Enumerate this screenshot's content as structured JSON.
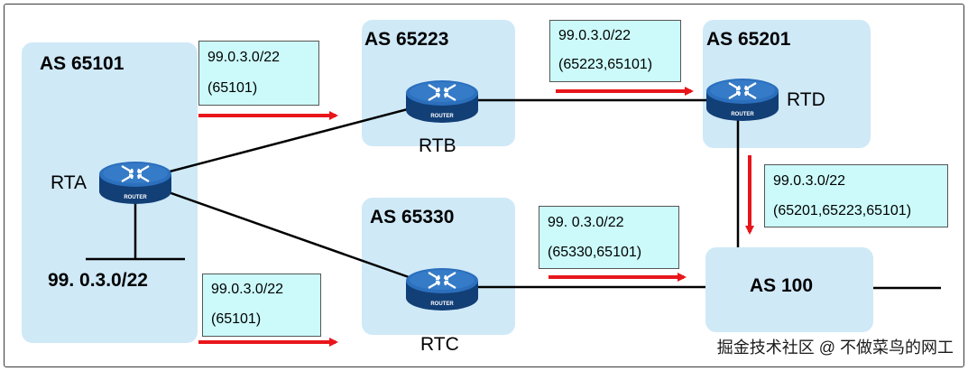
{
  "autonomous_systems": {
    "as65101": "AS 65101",
    "as65223": "AS 65223",
    "as65201": "AS 65201",
    "as65330": "AS 65330",
    "as100": "AS 100"
  },
  "routers": {
    "rta": "RTA",
    "rtb": "RTB",
    "rtc": "RTC",
    "rtd": "RTD",
    "icon_text": "ROUTER"
  },
  "network_prefix": "99. 0.3.0/22",
  "route_updates": [
    {
      "prefix": "99.0.3.0/22",
      "as_path": "(65101)"
    },
    {
      "prefix": "99.0.3.0/22",
      "as_path": "(65101)"
    },
    {
      "prefix": "99.0.3.0/22",
      "as_path": "(65223,65101)"
    },
    {
      "prefix": "99. 0.3.0/22",
      "as_path": "(65330,65101)"
    },
    {
      "prefix": "99.0.3.0/22",
      "as_path": "(65201,65223,65101)"
    }
  ],
  "colors": {
    "as_box": "#cfe9f7",
    "route_box": "#ccfafa",
    "arrow": "#e8161b",
    "router_body": "#1f5fa8"
  },
  "watermark": "掘金技术社区 @ 不做菜鸟的网工"
}
